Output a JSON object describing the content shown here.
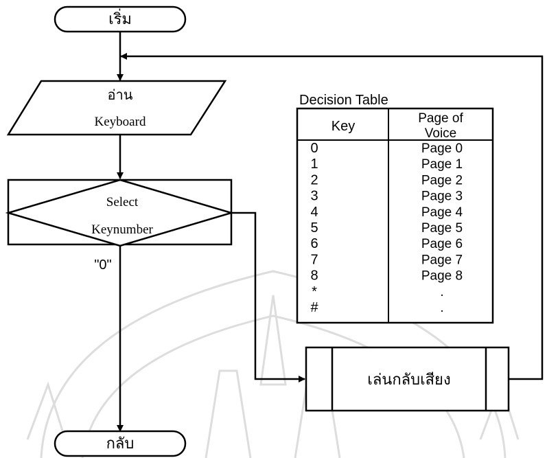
{
  "flowchart": {
    "start_label": "เริ่ม",
    "input_label_line1": "อ่าน",
    "input_label_line2": "Keyboard",
    "decision_label_line1": "Select",
    "decision_label_line2": "Keynumber",
    "branch_label": "\"0\"",
    "process_label": "เล่นกลับเสียง",
    "end_label": "กลับ"
  },
  "decision_table": {
    "title": "Decision Table",
    "header_key": "Key",
    "header_page_line1": "Page of",
    "header_page_line2": "Voice",
    "rows": [
      {
        "key": "0",
        "page": "Page 0"
      },
      {
        "key": "1",
        "page": "Page 1"
      },
      {
        "key": "2",
        "page": "Page 2"
      },
      {
        "key": "3",
        "page": "Page 3"
      },
      {
        "key": "4",
        "page": "Page 4"
      },
      {
        "key": "5",
        "page": "Page 5"
      },
      {
        "key": "6",
        "page": "Page 6"
      },
      {
        "key": "7",
        "page": "Page 7"
      },
      {
        "key": "8",
        "page": "Page 8"
      },
      {
        "key": "*",
        "page": "."
      },
      {
        "key": "#",
        "page": "."
      }
    ]
  }
}
